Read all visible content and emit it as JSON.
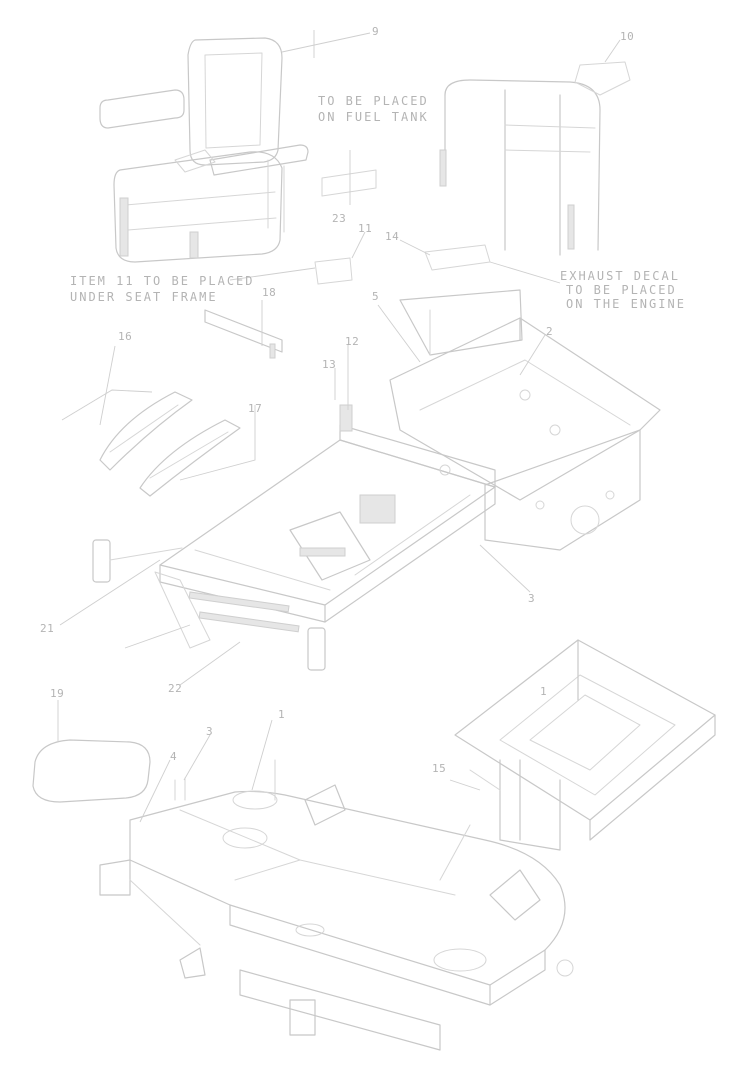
{
  "callouts": {
    "c1": "1",
    "c2": "2",
    "c3": "3",
    "c4": "4",
    "c5": "5",
    "c9": "9",
    "c10": "10",
    "c11": "11",
    "c12": "12",
    "c13": "13",
    "c14": "14",
    "c15": "15",
    "c16": "16",
    "c17": "17",
    "c18": "18",
    "c19": "19",
    "c21": "21",
    "c22": "22",
    "c23": "23"
  },
  "notes": {
    "fuel_tank_line1": "TO BE PLACED",
    "fuel_tank_line2": "ON FUEL TANK",
    "seat_frame_line1": "ITEM 11 TO BE PLACED",
    "seat_frame_line2": "UNDER SEAT FRAME",
    "engine_line1": "EXHAUST DECAL",
    "engine_line2": "TO BE PLACED",
    "engine_line3": "ON THE ENGINE"
  }
}
